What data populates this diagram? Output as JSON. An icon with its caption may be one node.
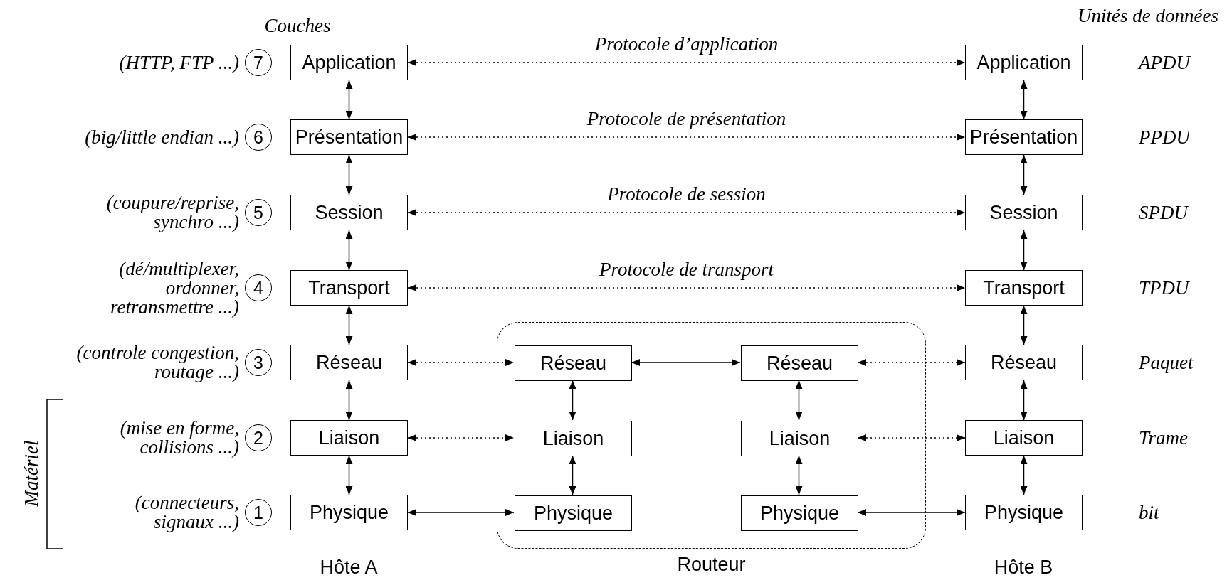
{
  "diagram": {
    "nodes": [
      {
        "text": [
          "7"
        ],
        "beside": [
          "(HTTP, FTP ...)"
        ]
      },
      {
        "text": [
          "Application"
        ]
      },
      {
        "text": [
          "Application"
        ],
        "beside": [
          "APDU"
        ]
      },
      {
        "text": [
          "6"
        ],
        "beside": [
          "(big/little endian ...)"
        ]
      },
      {
        "text": [
          "Présentation"
        ]
      },
      {
        "text": [
          "Présentation"
        ],
        "beside": [
          "PPDU"
        ]
      },
      {
        "text": [
          "5"
        ],
        "beside": [
          "(coupure/reprise, synchro ...)"
        ]
      },
      {
        "text": [
          "Session"
        ]
      },
      {
        "text": [
          "Session"
        ],
        "beside": [
          "SPDU"
        ]
      },
      {
        "text": [
          "4"
        ],
        "beside": [
          "(dé/multiplexer, ordonner, retransmettre ...)"
        ]
      },
      {
        "text": [
          "Transport"
        ]
      },
      {
        "text": [
          "Transport"
        ],
        "beside": [
          "TPDU"
        ]
      },
      {
        "text": [
          "3"
        ],
        "beside": [
          "(controle congestion, routage ...)"
        ]
      },
      {
        "text": [
          "Réseau"
        ]
      },
      {
        "text": [
          "Routeur"
        ]
      },
      {
        "text": [
          "Réseau"
        ],
        "in": 14
      },
      {
        "text": [
          "Réseau"
        ],
        "in": 14
      },
      {
        "text": [
          "Réseau"
        ],
        "beside": [
          "Paquet"
        ]
      },
      {
        "text": [
          "2"
        ],
        "beside": [
          "(mise en forme, collisions ...)"
        ]
      },
      {
        "text": [
          "Liaison"
        ]
      },
      {
        "text": [
          "Liaison"
        ],
        "in": 14
      },
      {
        "text": [
          "Liaison"
        ],
        "in": 14
      },
      {
        "text": [
          "Liaison"
        ],
        "beside": [
          "Trame"
        ]
      },
      {
        "text": [
          "1"
        ],
        "beside": [
          "(connecteurs, signaux ...)"
        ]
      },
      {
        "text": [
          "Physique"
        ]
      },
      {
        "text": [
          "Physique"
        ],
        "in": 14
      },
      {
        "text": [
          "Physique"
        ],
        "in": 14
      },
      {
        "text": [
          "Physique"
        ],
        "beside": [
          "bit"
        ]
      }
    ],
    "edges": [
      {
        "from": 1,
        "to": 2,
        "arrow": "both",
        "style": "dashed",
        "label": "Protocole d’application"
      },
      {
        "from": 1,
        "to": 4,
        "arrow": "both"
      },
      {
        "from": 2,
        "to": 5,
        "arrow": "both"
      },
      {
        "from": 4,
        "to": 5,
        "arrow": "both",
        "style": "dashed",
        "label": "Protocole de présentation"
      },
      {
        "from": 4,
        "to": 7,
        "arrow": "both"
      },
      {
        "from": 5,
        "to": 8,
        "arrow": "both"
      },
      {
        "from": 7,
        "to": 8,
        "arrow": "both",
        "style": "dashed",
        "label": "Protocole de session"
      },
      {
        "from": 7,
        "to": 10,
        "arrow": "both"
      },
      {
        "from": 8,
        "to": 11,
        "arrow": "both"
      },
      {
        "from": 10,
        "to": 11,
        "arrow": "both",
        "style": "dashed",
        "label": "Protocole de transport"
      },
      {
        "from": 10,
        "to": 13,
        "arrow": "both"
      },
      {
        "from": 11,
        "to": 17,
        "arrow": "both"
      },
      {
        "from": 13,
        "to": 15,
        "arrow": "both",
        "style": "dashed"
      },
      {
        "from": 15,
        "to": 16,
        "arrow": "both"
      },
      {
        "from": 16,
        "to": 17,
        "arrow": "both",
        "style": "dashed"
      },
      {
        "from": 13,
        "to": 19,
        "arrow": "both"
      },
      {
        "from": 15,
        "to": 20,
        "arrow": "both"
      },
      {
        "from": 16,
        "to": 21,
        "arrow": "both"
      },
      {
        "from": 17,
        "to": 22,
        "arrow": "both"
      },
      {
        "from": 19,
        "to": 20,
        "arrow": "both",
        "style": "dashed"
      },
      {
        "from": 21,
        "to": 22,
        "arrow": "both",
        "style": "dashed"
      },
      {
        "from": 19,
        "to": 24,
        "arrow": "both"
      },
      {
        "from": 20,
        "to": 25,
        "arrow": "both"
      },
      {
        "from": 21,
        "to": 26,
        "arrow": "both"
      },
      {
        "from": 22,
        "to": 27,
        "arrow": "both"
      },
      {
        "from": 24,
        "to": 25,
        "arrow": "both"
      },
      {
        "from": 26,
        "to": 27,
        "arrow": "both"
      }
    ],
    "labels": [
      "Couches",
      "Unités de données",
      "Matériel",
      "Hôte A",
      "Hôte B"
    ]
  }
}
